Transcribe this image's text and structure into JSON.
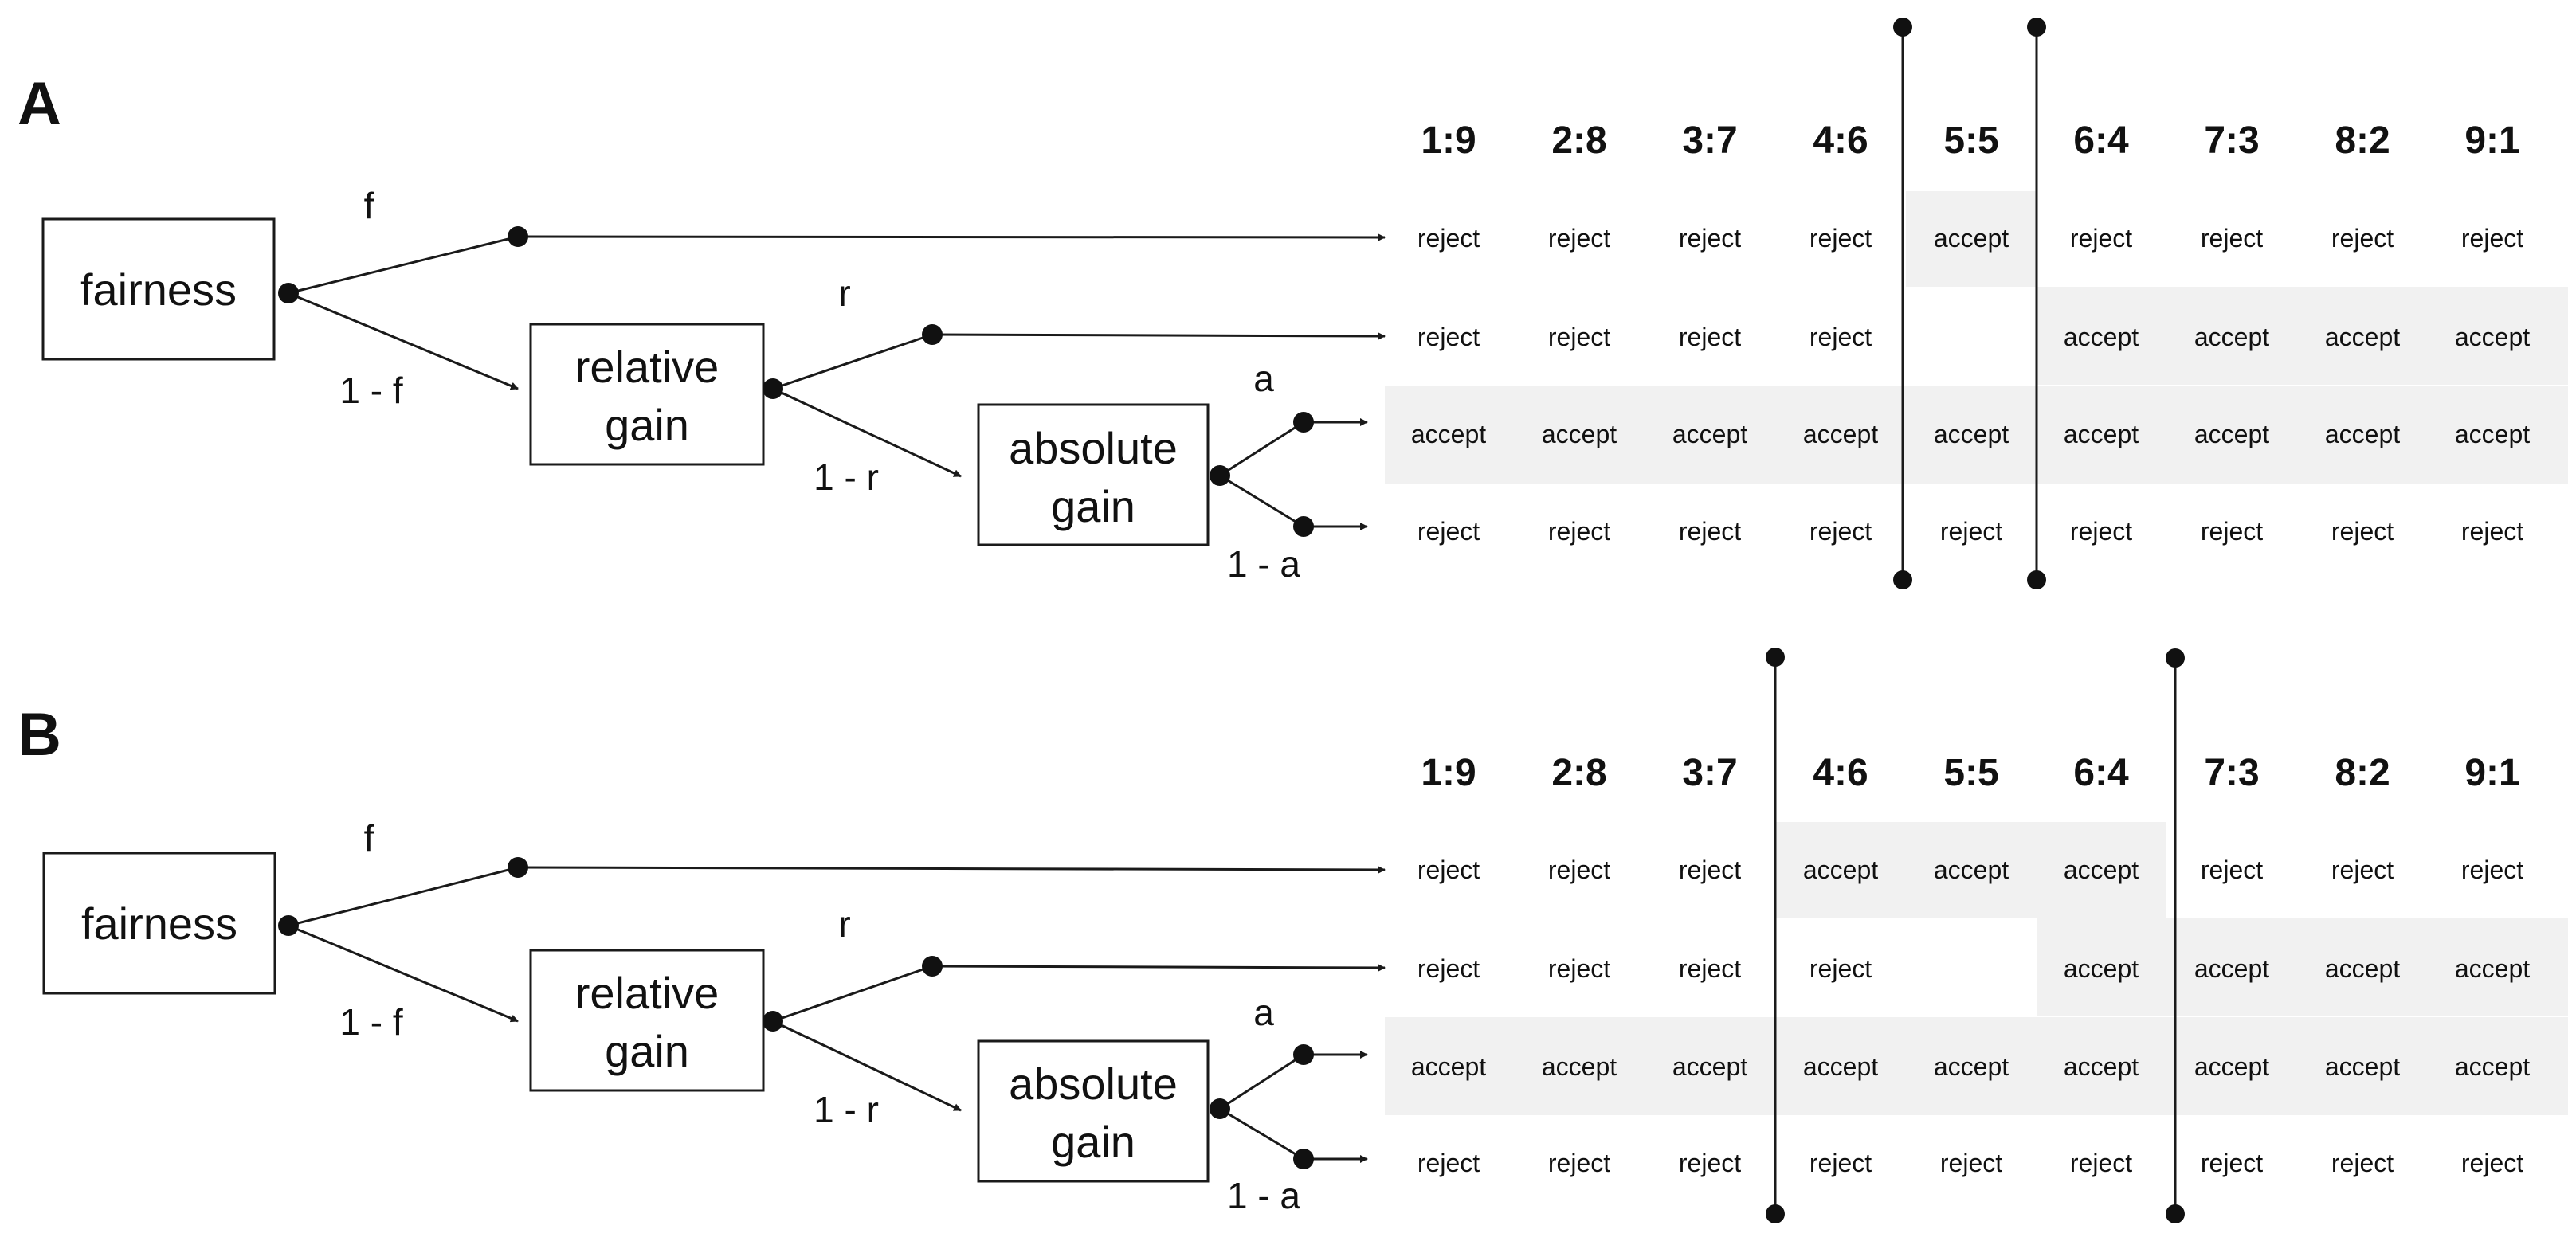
{
  "panels": [
    {
      "label": "A",
      "nodes": {
        "fairness": "fairness",
        "relative_line1": "relative",
        "relative_line2": "gain",
        "absolute_line1": "absolute",
        "absolute_line2": "gain"
      },
      "branches": {
        "f": "f",
        "one_minus_f": "1 - f",
        "r": "r",
        "one_minus_r": "1 - r",
        "a": "a",
        "one_minus_a": "1 - a"
      },
      "ratios": [
        "1:9",
        "2:8",
        "3:7",
        "4:6",
        "5:5",
        "6:4",
        "7:3",
        "8:2",
        "9:1"
      ],
      "rows": [
        [
          "reject",
          "reject",
          "reject",
          "reject",
          "accept",
          "reject",
          "reject",
          "reject",
          "reject"
        ],
        [
          "reject",
          "reject",
          "reject",
          "reject",
          "",
          "accept",
          "accept",
          "accept",
          "accept"
        ],
        [
          "accept",
          "accept",
          "accept",
          "accept",
          "accept",
          "accept",
          "accept",
          "accept",
          "accept"
        ],
        [
          "reject",
          "reject",
          "reject",
          "reject",
          "reject",
          "reject",
          "reject",
          "reject",
          "reject"
        ]
      ]
    },
    {
      "label": "B",
      "nodes": {
        "fairness": "fairness",
        "relative_line1": "relative",
        "relative_line2": "gain",
        "absolute_line1": "absolute",
        "absolute_line2": "gain"
      },
      "branches": {
        "f": "f",
        "one_minus_f": "1 - f",
        "r": "r",
        "one_minus_r": "1 - r",
        "a": "a",
        "one_minus_a": "1 - a"
      },
      "ratios": [
        "1:9",
        "2:8",
        "3:7",
        "4:6",
        "5:5",
        "6:4",
        "7:3",
        "8:2",
        "9:1"
      ],
      "rows": [
        [
          "reject",
          "reject",
          "reject",
          "accept",
          "accept",
          "accept",
          "reject",
          "reject",
          "reject"
        ],
        [
          "reject",
          "reject",
          "reject",
          "reject",
          "",
          "accept",
          "accept",
          "accept",
          "accept"
        ],
        [
          "accept",
          "accept",
          "accept",
          "accept",
          "accept",
          "accept",
          "accept",
          "accept",
          "accept"
        ],
        [
          "reject",
          "reject",
          "reject",
          "reject",
          "reject",
          "reject",
          "reject",
          "reject",
          "reject"
        ]
      ]
    }
  ],
  "colors": {
    "line": "#1a1a1a",
    "shade": "#f1f1f1",
    "text": "#111111"
  }
}
